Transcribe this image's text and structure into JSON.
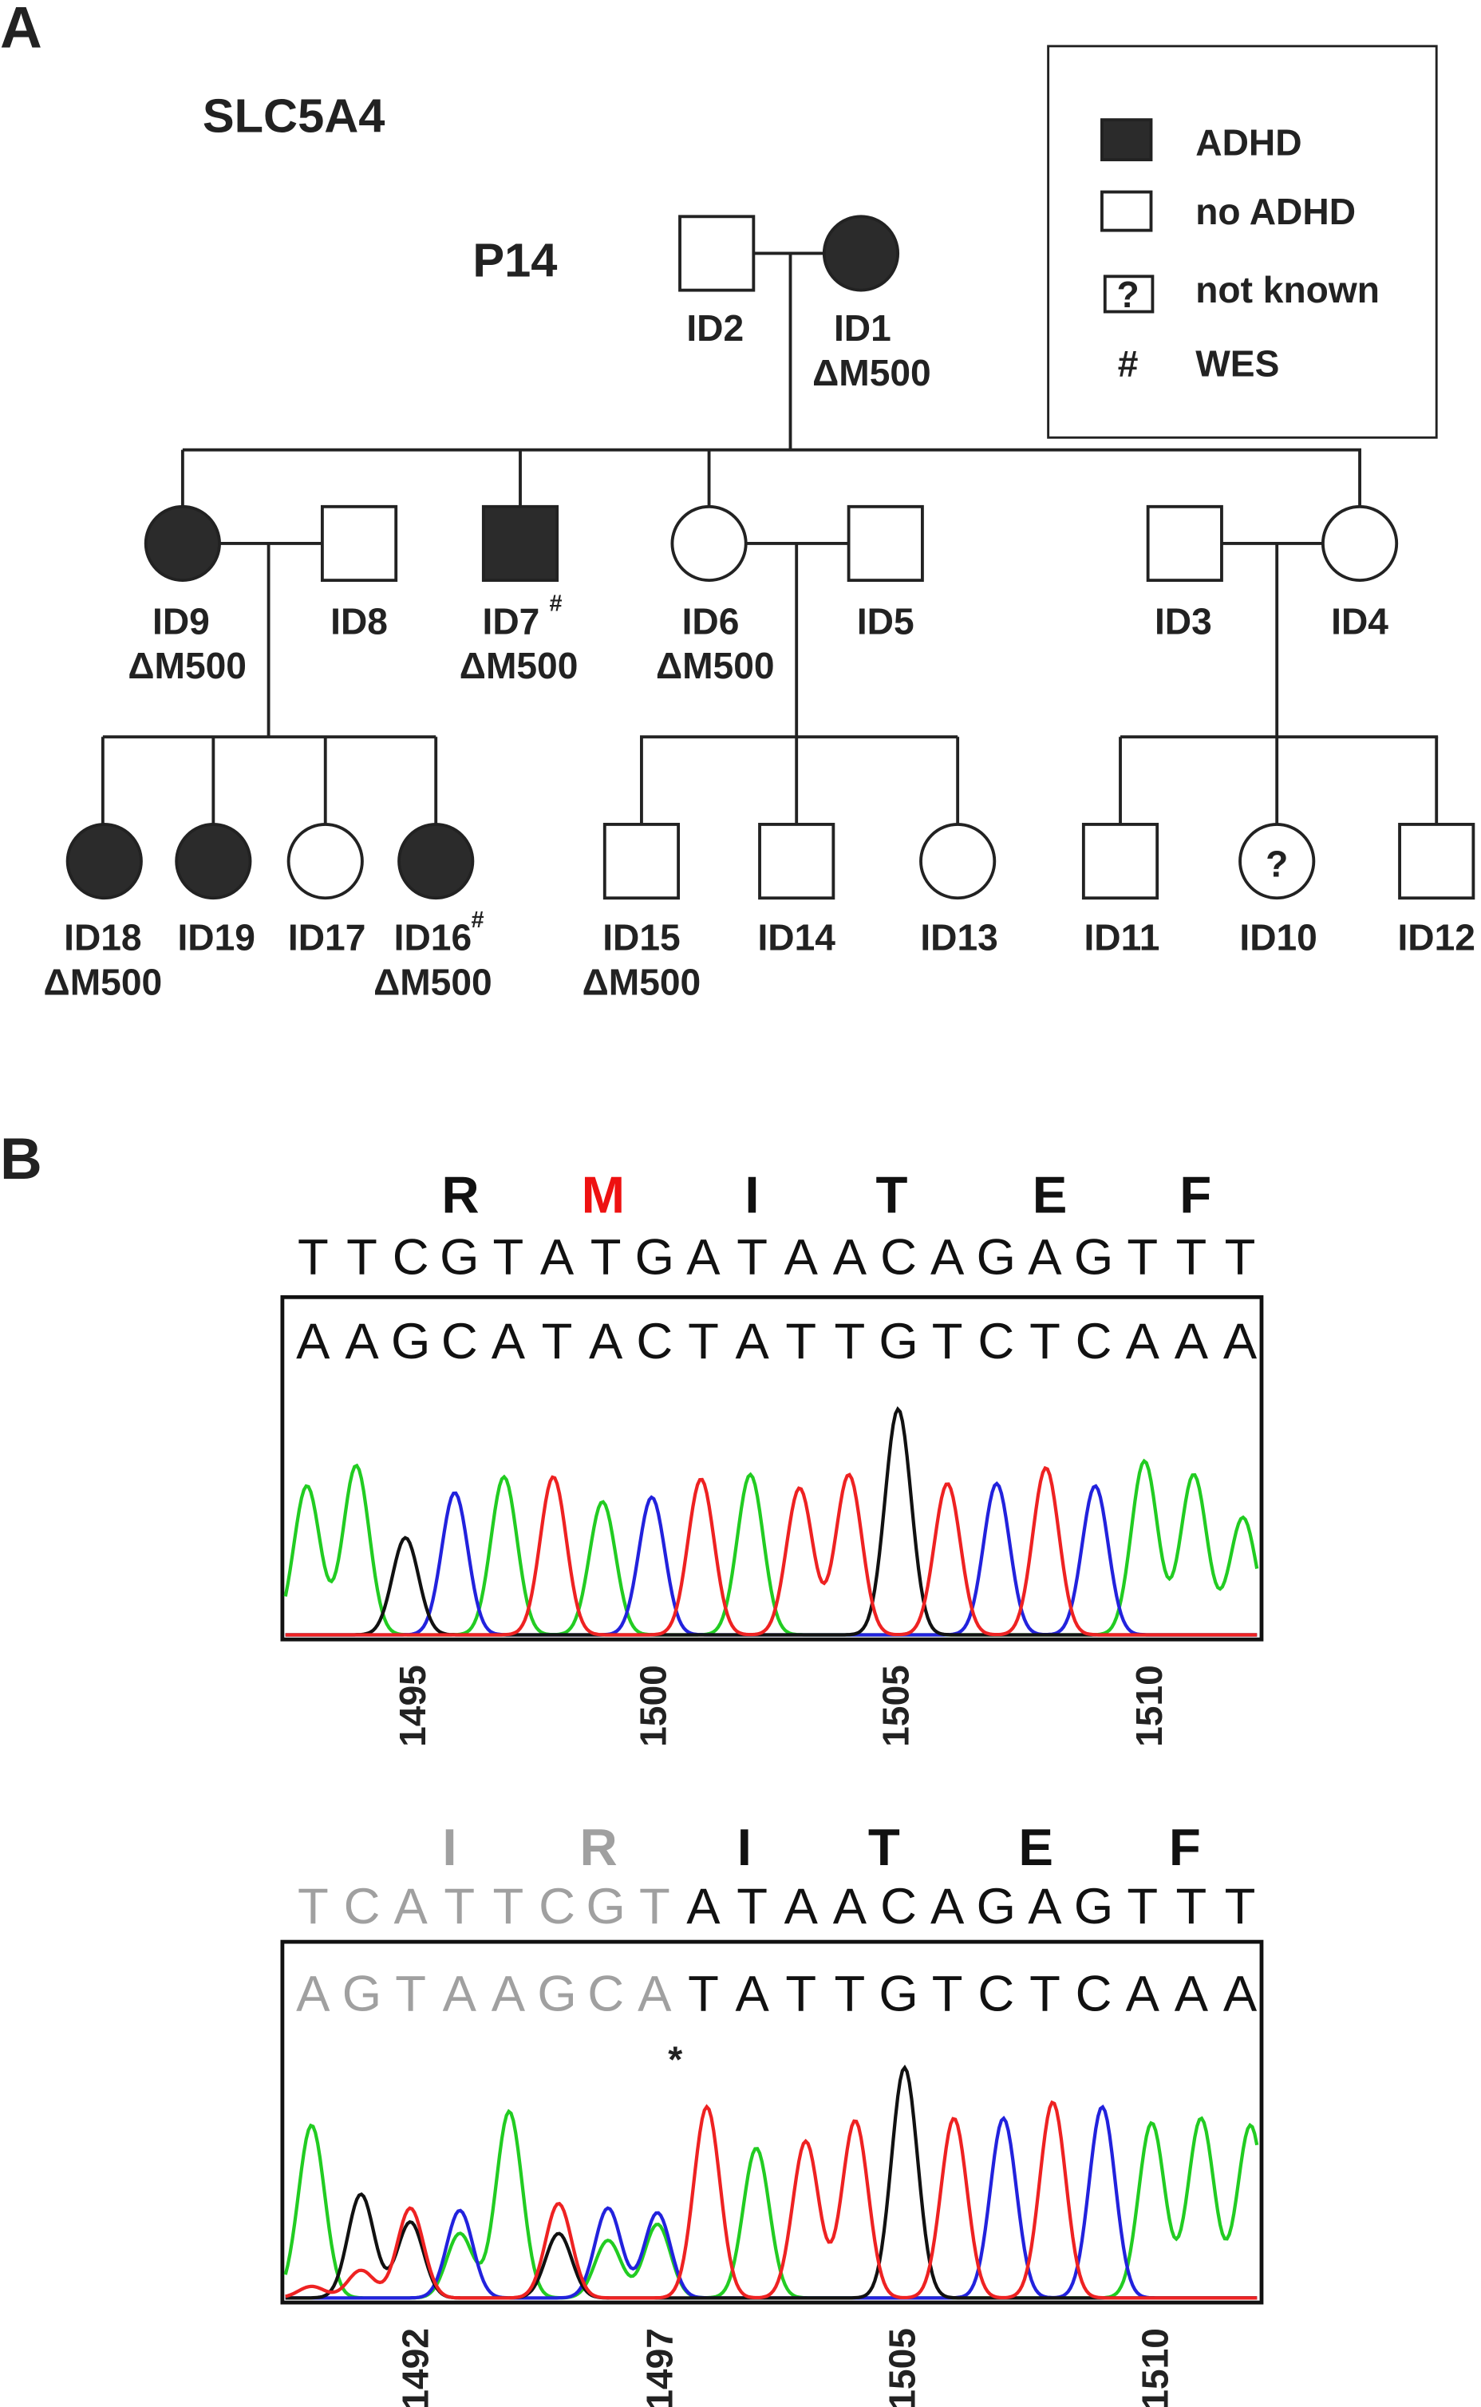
{
  "panel_a": {
    "letter": "A",
    "gene": "SLC5A4",
    "family": "P14",
    "variant": "ΔM500",
    "legend": {
      "affected": "ADHD",
      "unaffected": "no ADHD",
      "unknown_symbol": "?",
      "unknown": "not known",
      "wes_symbol": "#",
      "wes": "WES"
    },
    "individuals": {
      "ID1": {
        "label": "ID1",
        "sex": "female",
        "status": "ADHD",
        "variant": "ΔM500"
      },
      "ID2": {
        "label": "ID2",
        "sex": "male",
        "status": "no ADHD"
      },
      "ID9": {
        "label": "ID9",
        "sex": "female",
        "status": "ADHD",
        "variant": "ΔM500"
      },
      "ID8": {
        "label": "ID8",
        "sex": "male",
        "status": "no ADHD"
      },
      "ID7": {
        "label": "ID7",
        "sex": "male",
        "status": "ADHD",
        "variant": "ΔM500",
        "wes": "#"
      },
      "ID6": {
        "label": "ID6",
        "sex": "female",
        "status": "no ADHD",
        "variant": "ΔM500"
      },
      "ID5": {
        "label": "ID5",
        "sex": "male",
        "status": "no ADHD"
      },
      "ID3": {
        "label": "ID3",
        "sex": "male",
        "status": "no ADHD"
      },
      "ID4": {
        "label": "ID4",
        "sex": "female",
        "status": "no ADHD"
      },
      "ID18": {
        "label": "ID18",
        "sex": "female",
        "status": "ADHD",
        "variant": "ΔM500"
      },
      "ID19": {
        "label": "ID19",
        "sex": "female",
        "status": "ADHD"
      },
      "ID17": {
        "label": "ID17",
        "sex": "female",
        "status": "no ADHD"
      },
      "ID16": {
        "label": "ID16",
        "sex": "female",
        "status": "ADHD",
        "variant": "ΔM500",
        "wes": "#"
      },
      "ID15": {
        "label": "ID15",
        "sex": "male",
        "status": "no ADHD",
        "variant": "ΔM500"
      },
      "ID14": {
        "label": "ID14",
        "sex": "male",
        "status": "no ADHD"
      },
      "ID13": {
        "label": "ID13",
        "sex": "female",
        "status": "no ADHD"
      },
      "ID11": {
        "label": "ID11",
        "sex": "male",
        "status": "no ADHD"
      },
      "ID10": {
        "label": "ID10",
        "sex": "female",
        "status": "not known",
        "symbol": "?"
      },
      "ID12": {
        "label": "ID12",
        "sex": "male",
        "status": "no ADHD"
      }
    }
  },
  "panel_b": {
    "letter": "B",
    "base_colors": {
      "A": "#22cc22",
      "C": "#2222dd",
      "G": "#111111",
      "T": "#ee2222"
    },
    "highlight_color": "#ee1111",
    "muted_color": "#a0a0a0",
    "traces": [
      {
        "amino_acids": [
          {
            "aa": "R"
          },
          {
            "aa": "M",
            "highlight": true
          },
          {
            "aa": "I"
          },
          {
            "aa": "T"
          },
          {
            "aa": "E"
          },
          {
            "aa": "F"
          }
        ],
        "reference": "TTCGTATGATAACAGAGTTT",
        "reference_muted_count": 0,
        "called": "AAGCATACTATTGTCTCAAA",
        "called_muted_count": 0,
        "ticks": [
          "1495",
          "1500",
          "1505",
          "1510"
        ],
        "peaks": [
          [
            [
              "A",
              0.66
            ]
          ],
          [
            [
              "A",
              0.75
            ]
          ],
          [
            [
              "G",
              0.43
            ]
          ],
          [
            [
              "C",
              0.63
            ]
          ],
          [
            [
              "A",
              0.7
            ]
          ],
          [
            [
              "T",
              0.7
            ]
          ],
          [
            [
              "A",
              0.59
            ]
          ],
          [
            [
              "C",
              0.61
            ]
          ],
          [
            [
              "T",
              0.69
            ]
          ],
          [
            [
              "A",
              0.71
            ]
          ],
          [
            [
              "T",
              0.65
            ]
          ],
          [
            [
              "T",
              0.71
            ]
          ],
          [
            [
              "G",
              1.0
            ]
          ],
          [
            [
              "T",
              0.67
            ]
          ],
          [
            [
              "C",
              0.67
            ]
          ],
          [
            [
              "T",
              0.74
            ]
          ],
          [
            [
              "C",
              0.66
            ]
          ],
          [
            [
              "A",
              0.77
            ]
          ],
          [
            [
              "A",
              0.71
            ]
          ],
          [
            [
              "A",
              0.52
            ]
          ]
        ]
      },
      {
        "amino_acids": [
          {
            "aa": "I",
            "muted": true
          },
          {
            "aa": "R",
            "muted": true
          },
          {
            "aa": "I"
          },
          {
            "aa": "T"
          },
          {
            "aa": "E"
          },
          {
            "aa": "F"
          }
        ],
        "reference": "TCATTCGTATAACAGAGTTT",
        "reference_muted_count": 8,
        "called": "AGTAAGCATATTGTCTCAAA",
        "called_muted_count": 8,
        "mutation_marker": "*",
        "ticks": [
          "1492",
          "1497",
          "1505",
          "1510"
        ],
        "peaks": [
          [
            [
              "A",
              0.75
            ],
            [
              "T",
              0.05
            ]
          ],
          [
            [
              "G",
              0.45
            ],
            [
              "T",
              0.12
            ]
          ],
          [
            [
              "T",
              0.39
            ],
            [
              "G",
              0.33
            ]
          ],
          [
            [
              "C",
              0.38
            ],
            [
              "A",
              0.28
            ]
          ],
          [
            [
              "A",
              0.81
            ]
          ],
          [
            [
              "T",
              0.41
            ],
            [
              "G",
              0.28
            ]
          ],
          [
            [
              "C",
              0.39
            ],
            [
              "A",
              0.25
            ]
          ],
          [
            [
              "C",
              0.37
            ],
            [
              "A",
              0.32
            ]
          ],
          [
            [
              "T",
              0.83
            ]
          ],
          [
            [
              "A",
              0.65
            ]
          ],
          [
            [
              "T",
              0.68
            ]
          ],
          [
            [
              "T",
              0.77
            ]
          ],
          [
            [
              "G",
              1.0
            ]
          ],
          [
            [
              "T",
              0.78
            ]
          ],
          [
            [
              "C",
              0.78
            ]
          ],
          [
            [
              "T",
              0.85
            ]
          ],
          [
            [
              "C",
              0.83
            ]
          ],
          [
            [
              "A",
              0.76
            ]
          ],
          [
            [
              "A",
              0.78
            ]
          ],
          [
            [
              "A",
              0.75
            ]
          ]
        ]
      }
    ]
  }
}
